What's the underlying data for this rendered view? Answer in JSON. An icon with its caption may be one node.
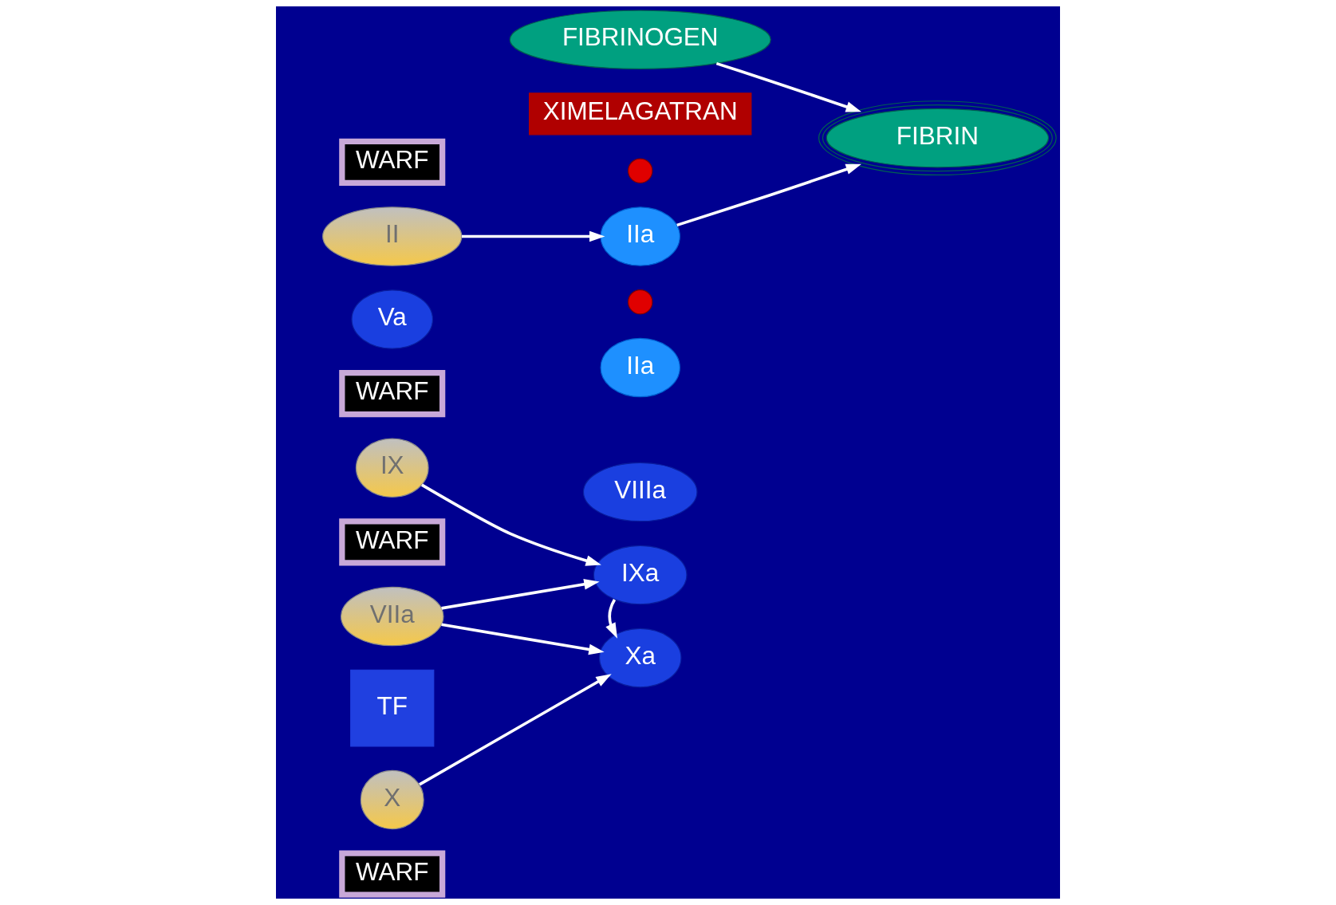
{
  "diagram": {
    "nodes": [
      {
        "text": [
          "TF"
        ]
      },
      {
        "text": [
          "VIIa"
        ]
      },
      {
        "text": [
          "WARF"
        ]
      },
      {
        "text": [
          "WARF"
        ]
      },
      {
        "text": [
          "IX"
        ]
      },
      {
        "text": [
          "VIIIa"
        ]
      },
      {
        "text": [
          "IXa"
        ]
      },
      {
        "text": [
          "Xa"
        ]
      },
      {
        "text": [
          "X"
        ]
      },
      {
        "text": [
          "WARF"
        ]
      },
      {
        "text": [
          "WARF"
        ]
      },
      {
        "text": [
          "II"
        ]
      },
      {
        "text": [
          "Va"
        ]
      },
      {
        "text": [
          "XIMELAGATRAN"
        ]
      },
      {
        "text": [],
        "shape": "circle"
      },
      {
        "text": [],
        "shape": "circle"
      },
      {
        "text": [
          "IIa"
        ]
      },
      {
        "text": [
          "IIa"
        ]
      },
      {
        "text": [
          "FIBRINOGEN"
        ]
      },
      {
        "text": [
          "FIBRIN"
        ]
      }
    ],
    "edges": [
      {
        "from": 1,
        "to": 6,
        "arrow": "to"
      },
      {
        "from": 4,
        "to": 6,
        "arrow": "to"
      },
      {
        "from": 1,
        "to": 7,
        "arrow": "to"
      },
      {
        "from": 6,
        "to": 7,
        "arrow": "to"
      },
      {
        "from": 8,
        "to": 7,
        "arrow": "to"
      },
      {
        "from": 11,
        "to": 16,
        "arrow": "to"
      },
      {
        "from": 16,
        "to": 19,
        "arrow": "to"
      },
      {
        "from": 18,
        "to": 19,
        "arrow": "to"
      }
    ]
  }
}
